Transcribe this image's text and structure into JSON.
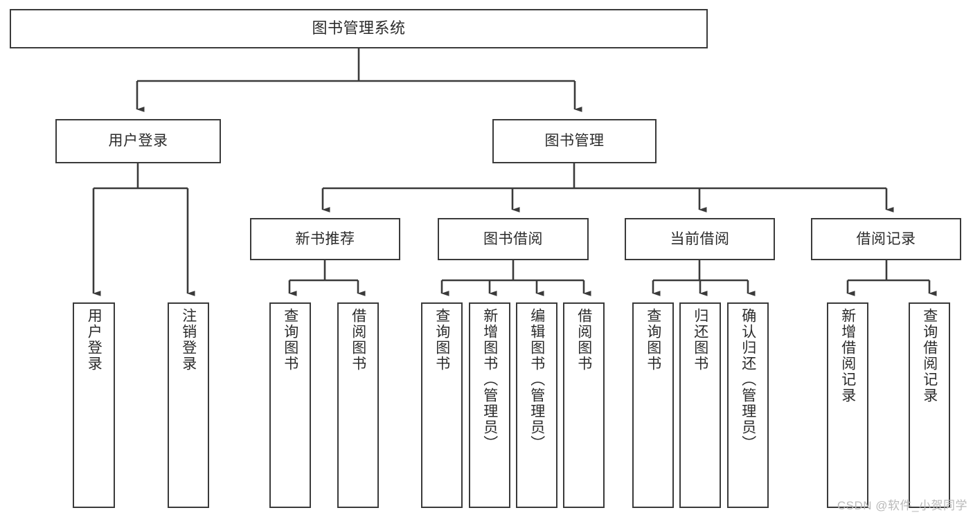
{
  "diagram": {
    "type": "tree-hierarchy",
    "title": "图书管理系统",
    "watermark": "CSDN @软件_小贺同学",
    "colors": {
      "box_border": "#3a3a3a",
      "box_fill": "#ffffff",
      "connector": "#3a3a3a",
      "text": "#2b2b2b",
      "watermark": "#b9b9b9",
      "background": "#ffffff"
    },
    "root": {
      "id": "root",
      "label": "图书管理系统",
      "orientation": "horizontal"
    },
    "level1": [
      {
        "id": "user-login",
        "label": "用户登录",
        "orientation": "horizontal"
      },
      {
        "id": "book-manage",
        "label": "图书管理",
        "orientation": "horizontal"
      }
    ],
    "level2": [
      {
        "id": "new-book-rec",
        "label": "新书推荐",
        "orientation": "horizontal",
        "parent": "book-manage"
      },
      {
        "id": "book-borrow",
        "label": "图书借阅",
        "orientation": "horizontal",
        "parent": "book-manage"
      },
      {
        "id": "current-borrow",
        "label": "当前借阅",
        "orientation": "horizontal",
        "parent": "book-manage"
      },
      {
        "id": "borrow-record",
        "label": "借阅记录",
        "orientation": "horizontal",
        "parent": "book-manage"
      }
    ],
    "leaves": [
      {
        "id": "leaf-user-login",
        "label": "用户登录",
        "parent": "user-login"
      },
      {
        "id": "leaf-logout-login",
        "label": "注销登录",
        "parent": "user-login"
      },
      {
        "id": "leaf-query-book-rec",
        "label": "查询图书",
        "parent": "new-book-rec"
      },
      {
        "id": "leaf-borrow-book-rec",
        "label": "借阅图书",
        "parent": "new-book-rec"
      },
      {
        "id": "leaf-query-book-borrow",
        "label": "查询图书",
        "parent": "book-borrow"
      },
      {
        "id": "leaf-add-book",
        "label": "新增图书（管理员）",
        "parent": "book-borrow"
      },
      {
        "id": "leaf-edit-book",
        "label": "编辑图书（管理员）",
        "parent": "book-borrow"
      },
      {
        "id": "leaf-borrow-book",
        "label": "借阅图书",
        "parent": "book-borrow"
      },
      {
        "id": "leaf-query-book-current",
        "label": "查询图书",
        "parent": "current-borrow"
      },
      {
        "id": "leaf-return-book",
        "label": "归还图书",
        "parent": "current-borrow"
      },
      {
        "id": "leaf-confirm-return",
        "label": "确认归还（管理员）",
        "parent": "current-borrow"
      },
      {
        "id": "leaf-add-record",
        "label": "新增借阅记录",
        "parent": "borrow-record"
      },
      {
        "id": "leaf-query-record",
        "label": "查询借阅记录",
        "parent": "borrow-record"
      }
    ]
  }
}
